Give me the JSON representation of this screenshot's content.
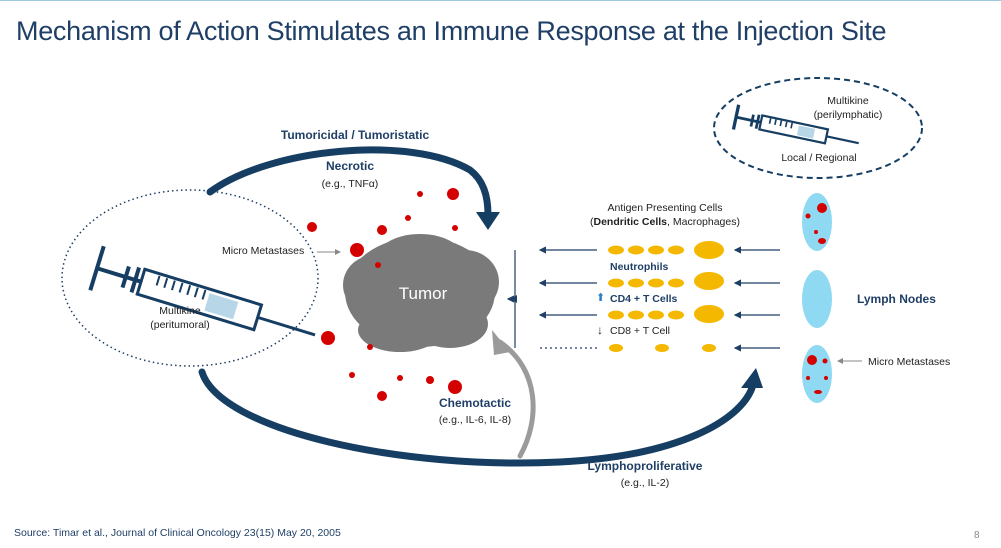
{
  "slide": {
    "title": "Mechanism of Action Stimulates an Immune Response at the Injection Site",
    "source": "Source: Timar et al., Journal of Clinical Oncology 23(15) May 20, 2005",
    "page_number": "8"
  },
  "diagram": {
    "tumor_label": "Tumor",
    "top_arrow": {
      "label": "Tumoricidal / Tumoristatic",
      "sub_label": "Necrotic",
      "example": "(e.g., TNFα)"
    },
    "micro_metastases_left": "Micro Metastases",
    "injection_left": {
      "line1": "Multikine",
      "line2": "(peritumoral)"
    },
    "injection_right": {
      "line1": "Multikine",
      "line2": "(perilymphatic)",
      "line3": "Local / Regional"
    },
    "apc": {
      "line1": "Antigen Presenting Cells",
      "line2_bold": "Dendritic Cells",
      "line2_rest": ", Macrophages)",
      "line2_open": "("
    },
    "cells": {
      "neutrophils": "Neutrophils",
      "cd4": "CD4 + T Cells",
      "cd8": "CD8 + T Cell",
      "up_arrow": "⬆",
      "down_arrow": "↓"
    },
    "chemotactic": {
      "label": "Chemotactic",
      "example": "(e.g., IL-6, IL-8)"
    },
    "bottom_arrow": {
      "label": "Lymphoproliferative",
      "example": "(e.g., IL-2)"
    },
    "lymph_nodes_label": "Lymph Nodes",
    "micro_metastases_right": "Micro Metastases"
  },
  "colors": {
    "dark_blue": "#1f3f66",
    "arrow_blue": "#163e63",
    "tumor_gray": "#7a7a7a",
    "red_dot": "#d40000",
    "yellow_cell": "#f5b800",
    "lymph_blue": "#8fd9f2",
    "gray_arrow": "#9b9b9b"
  }
}
